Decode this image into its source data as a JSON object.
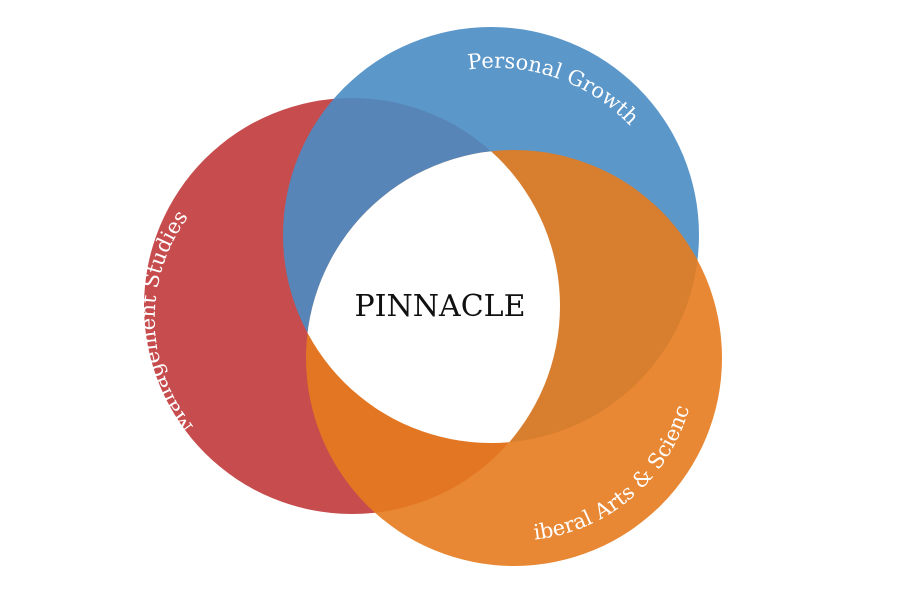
{
  "diagram": {
    "center": {
      "label": "PINNACLE"
    },
    "circles": [
      {
        "id": "management",
        "label": "Management Studies",
        "color": "#c0393b"
      },
      {
        "id": "personal",
        "label": "Personal Growth",
        "color": "#4a8cc4"
      },
      {
        "id": "liberal",
        "label": "Liberal Arts & Science",
        "color": "#e57b1e"
      }
    ],
    "background": "#ffffff",
    "center_fill": "#ffffff",
    "center_text_color": "#111111"
  }
}
